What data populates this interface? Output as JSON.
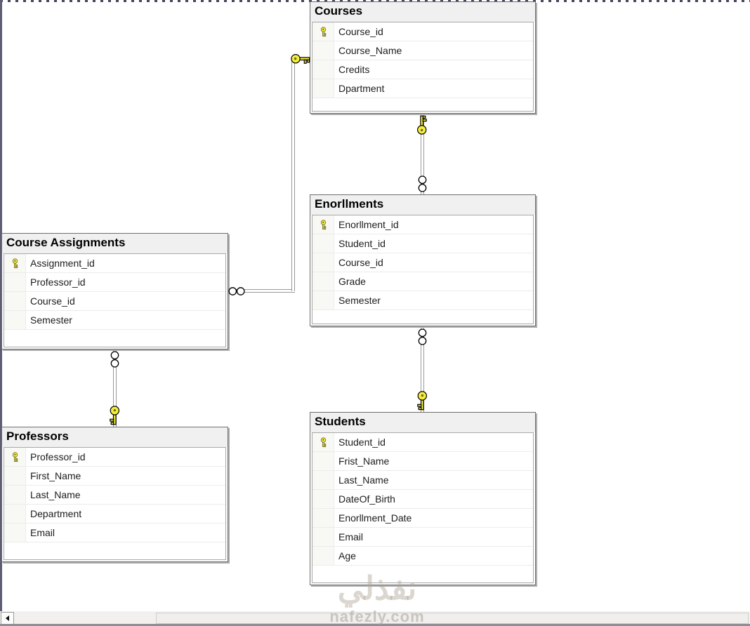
{
  "diagram_type": "database-er-diagram",
  "tables": {
    "courses": {
      "title": "Courses",
      "columns": [
        {
          "name": "Course_id",
          "pk": true
        },
        {
          "name": "Course_Name",
          "pk": false
        },
        {
          "name": "Credits",
          "pk": false
        },
        {
          "name": "Dpartment",
          "pk": false
        }
      ]
    },
    "enrollments": {
      "title": "Enorllments",
      "columns": [
        {
          "name": "Enorllment_id",
          "pk": true
        },
        {
          "name": "Student_id",
          "pk": false
        },
        {
          "name": "Course_id",
          "pk": false
        },
        {
          "name": "Grade",
          "pk": false
        },
        {
          "name": "Semester",
          "pk": false
        }
      ]
    },
    "students": {
      "title": "Students",
      "columns": [
        {
          "name": "Student_id",
          "pk": true
        },
        {
          "name": "Frist_Name",
          "pk": false
        },
        {
          "name": "Last_Name",
          "pk": false
        },
        {
          "name": "DateOf_Birth",
          "pk": false
        },
        {
          "name": "Enorllment_Date",
          "pk": false
        },
        {
          "name": "Email",
          "pk": false
        },
        {
          "name": "Age",
          "pk": false
        }
      ]
    },
    "course_assignments": {
      "title": "Course Assignments",
      "columns": [
        {
          "name": "Assignment_id",
          "pk": true
        },
        {
          "name": "Professor_id",
          "pk": false
        },
        {
          "name": "Course_id",
          "pk": false
        },
        {
          "name": "Semester",
          "pk": false
        }
      ]
    },
    "professors": {
      "title": "Professors",
      "columns": [
        {
          "name": "Professor_id",
          "pk": true
        },
        {
          "name": "First_Name",
          "pk": false
        },
        {
          "name": "Last_Name",
          "pk": false
        },
        {
          "name": "Department",
          "pk": false
        },
        {
          "name": "Email",
          "pk": false
        }
      ]
    }
  },
  "relationships": [
    {
      "one_side": "Courses",
      "many_side": "Course Assignments",
      "one_end_icon": "key-icon",
      "many_end_icon": "infinity-icon"
    },
    {
      "one_side": "Courses",
      "many_side": "Enorllments",
      "one_end_icon": "key-icon",
      "many_end_icon": "infinity-icon"
    },
    {
      "one_side": "Students",
      "many_side": "Enorllments",
      "one_end_icon": "key-icon",
      "many_end_icon": "infinity-icon"
    },
    {
      "one_side": "Professors",
      "many_side": "Course Assignments",
      "one_end_icon": "key-icon",
      "many_end_icon": "infinity-icon"
    }
  ],
  "icons": {
    "primary_key": "primary-key-icon",
    "one_cardinality": "key-icon",
    "many_cardinality": "infinity-icon",
    "scroll_left": "left-arrow-icon"
  },
  "colors": {
    "key_yellow": "#f4ee3f",
    "table_header_bg": "#f0f0f0",
    "table_border": "#6e6e6e",
    "connector_gray": "#999999",
    "canvas_edge": "#5d5d73"
  },
  "watermark": {
    "title_arabic": "نفذلي",
    "domain": "nafezly.com"
  }
}
